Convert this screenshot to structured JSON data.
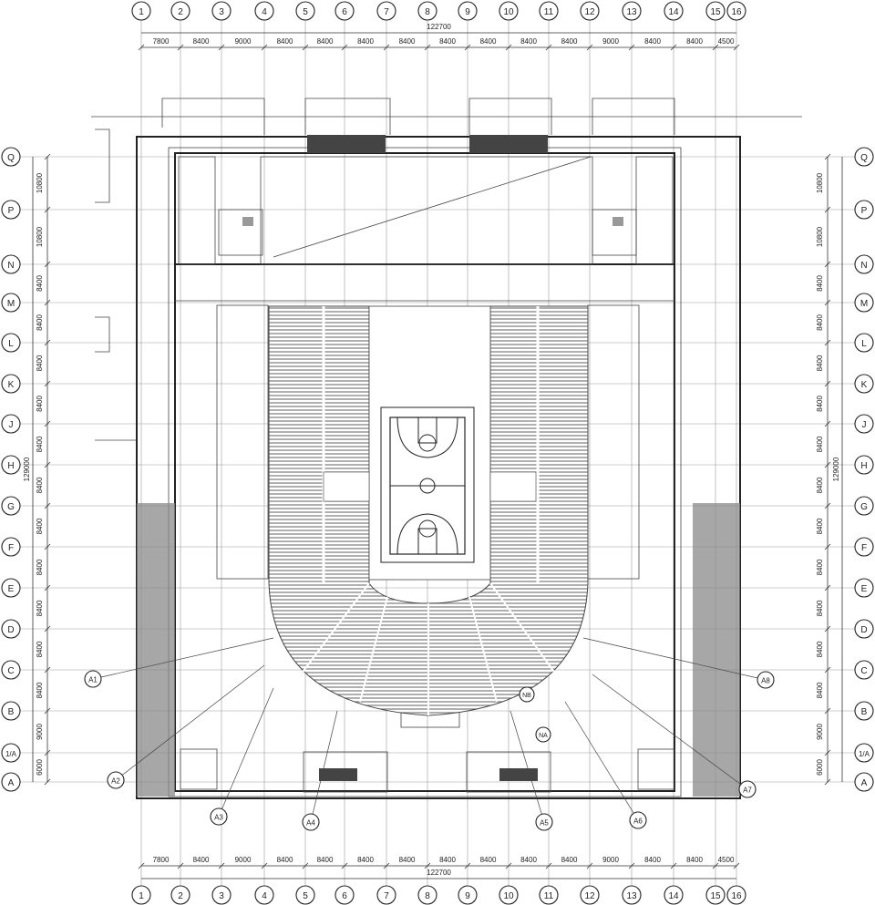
{
  "plan": {
    "column_axes": [
      "1",
      "2",
      "3",
      "4",
      "5",
      "6",
      "7",
      "8",
      "9",
      "10",
      "11",
      "12",
      "13",
      "14",
      "15",
      "16"
    ],
    "row_axes": [
      "Q",
      "P",
      "N",
      "M",
      "L",
      "K",
      "J",
      "H",
      "G",
      "F",
      "E",
      "D",
      "C",
      "B",
      "1/A",
      "A"
    ],
    "column_spacings": [
      "7800",
      "8400",
      "9000",
      "8400",
      "8400",
      "8400",
      "8400",
      "8400",
      "8400",
      "8400",
      "8400",
      "9000",
      "8400",
      "8400",
      "4500"
    ],
    "column_total": "122700",
    "row_spacings": [
      "10800",
      "10800",
      "8400",
      "8400",
      "8400",
      "8400",
      "8400",
      "8400",
      "8400",
      "8400",
      "8400",
      "8400",
      "8400",
      "9000",
      "6000"
    ],
    "row_total": "129000",
    "section_markers": [
      "A1",
      "A2",
      "A3",
      "A4",
      "A5",
      "A6",
      "A7",
      "A8"
    ],
    "minor_markers": [
      "NA",
      "NB"
    ]
  }
}
